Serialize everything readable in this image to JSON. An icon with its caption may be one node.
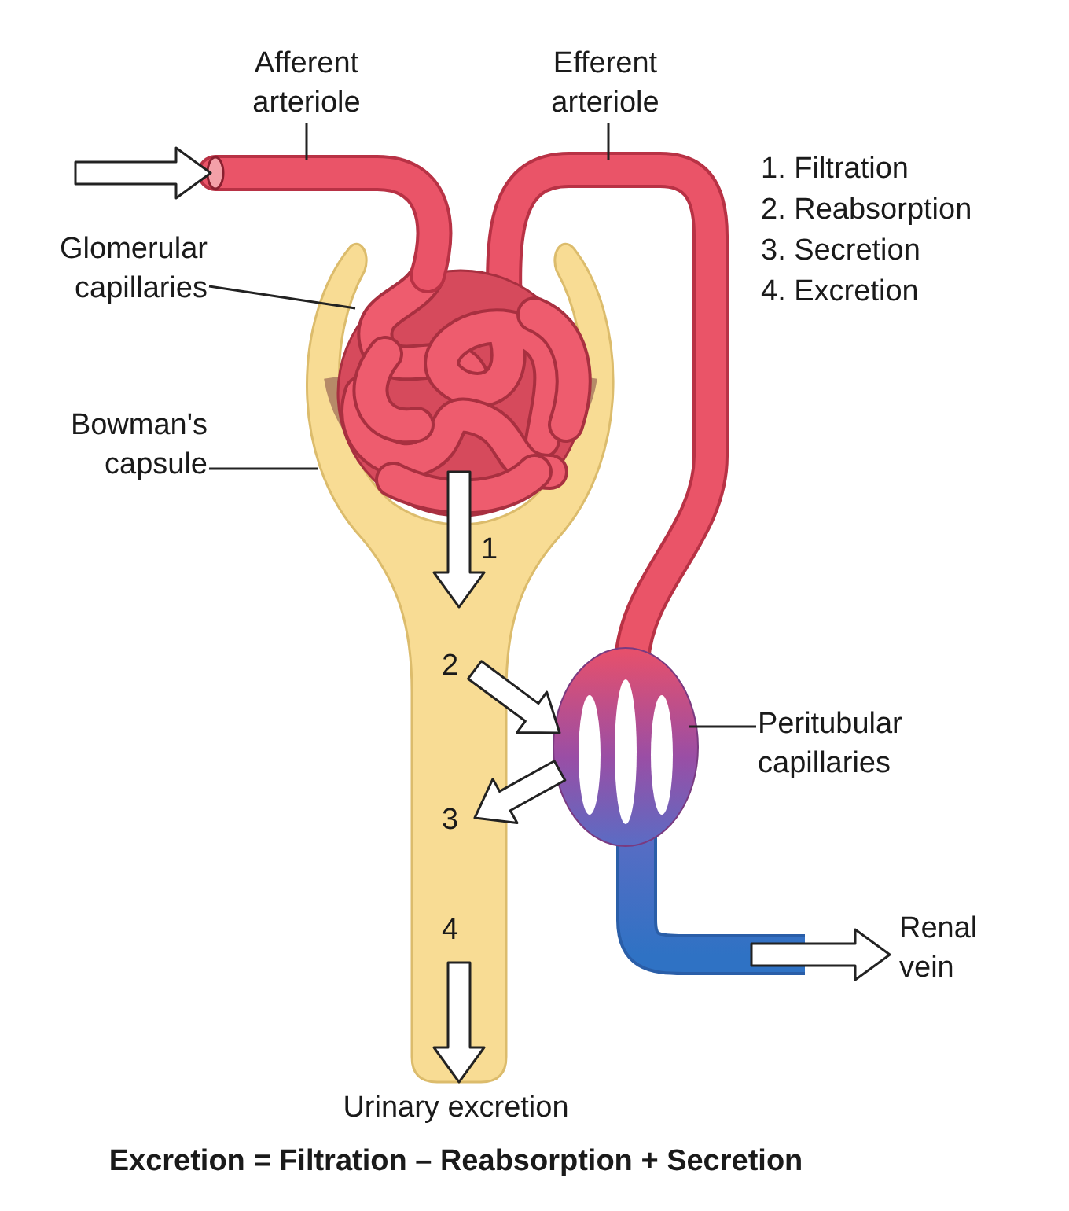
{
  "diagram": {
    "caption": "Excretion = Filtration – Reabsorption + Secretion",
    "nodes": [
      {
        "text": [
          "Afferent arteriole"
        ]
      },
      {
        "text": [
          "Efferent arteriole"
        ]
      },
      {
        "text": [
          "Glomerular capillaries"
        ]
      },
      {
        "text": [
          "Bowman's capsule"
        ]
      },
      {
        "text": [
          "Peritubular capillaries"
        ]
      },
      {
        "text": [
          "Renal vein"
        ]
      },
      {
        "text": [
          "Urinary excretion"
        ]
      }
    ],
    "edges": [
      {
        "from": 0,
        "to": null,
        "arrow": "none"
      },
      {
        "from": 1,
        "to": null,
        "arrow": "none"
      },
      {
        "from": 2,
        "to": null,
        "arrow": "none"
      },
      {
        "from": 3,
        "to": null,
        "arrow": "none"
      },
      {
        "from": 4,
        "to": null,
        "arrow": "none"
      }
    ],
    "labels": [
      "1. Filtration",
      "2. Reabsorption",
      "3. Secretion",
      "4. Excretion",
      "1",
      "2",
      "3",
      "4"
    ]
  }
}
